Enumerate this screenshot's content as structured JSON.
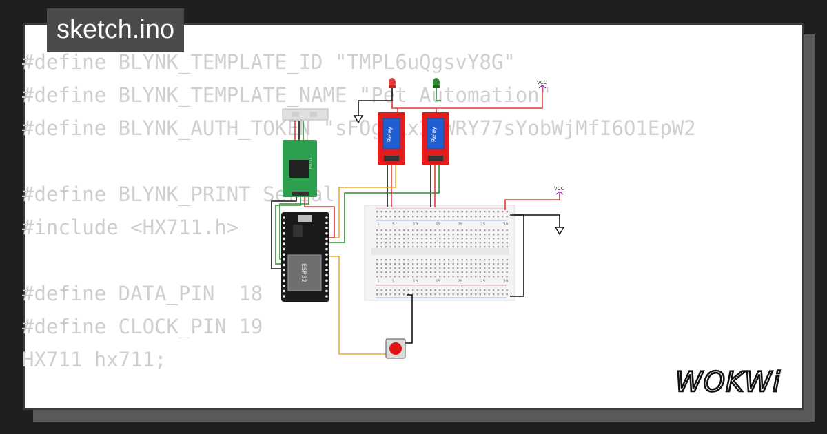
{
  "tab": {
    "filename": "sketch.ino"
  },
  "code_lines": [
    "#define BLYNK_TEMPLATE_ID \"TMPL6uQgsvY8G\"",
    "#define BLYNK_TEMPLATE_NAME \"Pet Automation\"",
    "#define BLYNK_AUTH_TOKEN \"sFOggLx2nWRY77sYobWjMfI6O1EpW2",
    "",
    "#define BLYNK_PRINT Serial",
    "#include <HX711.h>",
    "",
    "#define DATA_PIN  18",
    "#define CLOCK_PIN 19",
    "HX711 hx711;"
  ],
  "logo": {
    "text": "WOKWi"
  },
  "circuit": {
    "vcc_label": "VCC",
    "relay_label": "Relay",
    "esp_label": "ESP32",
    "hx_label": "HX711",
    "breadboard_numbers": [
      "1",
      "5",
      "10",
      "15",
      "20",
      "25",
      "30"
    ]
  },
  "colors": {
    "background": "#1e1e1e",
    "card": "#ffffff",
    "code_text": "#cfcfcf",
    "wire_red": "#e53935",
    "wire_black": "#111111",
    "wire_green": "#2e8b2e",
    "wire_orange": "#f0a830",
    "relay_red": "#e21b1b",
    "hx_green": "#2e9e4f"
  }
}
